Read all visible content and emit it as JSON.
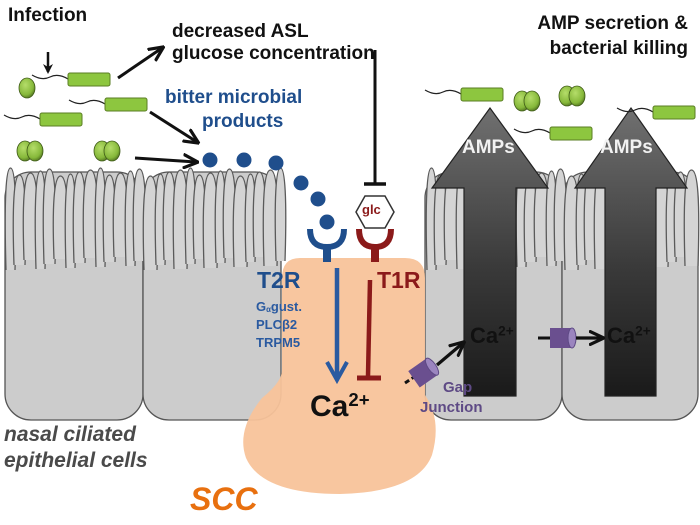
{
  "diagram": {
    "title_labels": {
      "infection": "Infection",
      "asl_glucose_line1": "decreased ASL",
      "asl_glucose_line2": "glucose concentration",
      "bitter_line1": "bitter microbial",
      "bitter_line2": "products",
      "amp_line1": "AMP secretion &",
      "amp_line2": "bacterial killing"
    },
    "amp_arrows": [
      {
        "label": "AMPs"
      },
      {
        "label": "AMPs"
      }
    ],
    "receptors": {
      "t2r": {
        "label": "T2R",
        "color": "#1f4e8c"
      },
      "t1r": {
        "label": "T1R",
        "color": "#8b1a1a"
      },
      "glucose": {
        "label": "glc"
      }
    },
    "t2r_pathway": {
      "g_alpha_prefix": "G",
      "g_alpha_sub": "α",
      "g_alpha_suffix": "gust.",
      "plc": "PLCβ2",
      "trpm": "TRPM5"
    },
    "calcium": {
      "base": "Ca",
      "charge": "2+"
    },
    "gap_junction": {
      "line1": "Gap",
      "line2": "Junction",
      "color": "#5e4a85"
    },
    "cell_labels": {
      "epithelial_line1": "nasal ciliated",
      "epithelial_line2": "epithelial cells",
      "scc": "SCC"
    },
    "colors": {
      "bitter_blue": "#1f4e8c",
      "sweet_red": "#8b1a1a",
      "scc_orange": "#f8c39a",
      "scc_label": "#e8700f",
      "cell_gray": "#cccccc",
      "bacteria_green": "#8dc63f",
      "gap_purple": "#6a4f8f"
    }
  }
}
